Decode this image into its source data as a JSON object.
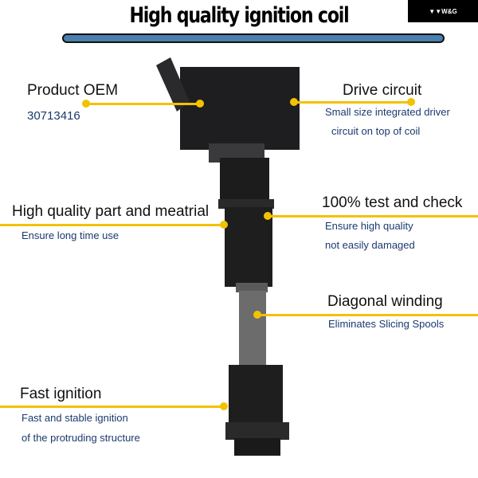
{
  "title": "High quality ignition coil",
  "logo": "W&G",
  "colors": {
    "accent": "#f2c200",
    "bar": "#4a7fae"
  },
  "features": {
    "oem": {
      "title": "Product OEM",
      "desc": "30713416"
    },
    "drive": {
      "title": "Drive circuit",
      "desc1": "Small size integrated driver",
      "desc2": "circuit on top of coil"
    },
    "material": {
      "title": "High quality part and meatrial",
      "desc": "Ensure long time use"
    },
    "test": {
      "title": "100% test and check",
      "desc1": "Ensure high quality",
      "desc2": "not easily damaged"
    },
    "winding": {
      "title": "Diagonal winding",
      "desc": "Eliminates Slicing Spools"
    },
    "fast": {
      "title": "Fast ignition",
      "desc1": "Fast and stable ignition",
      "desc2": "of the protruding structure"
    }
  }
}
